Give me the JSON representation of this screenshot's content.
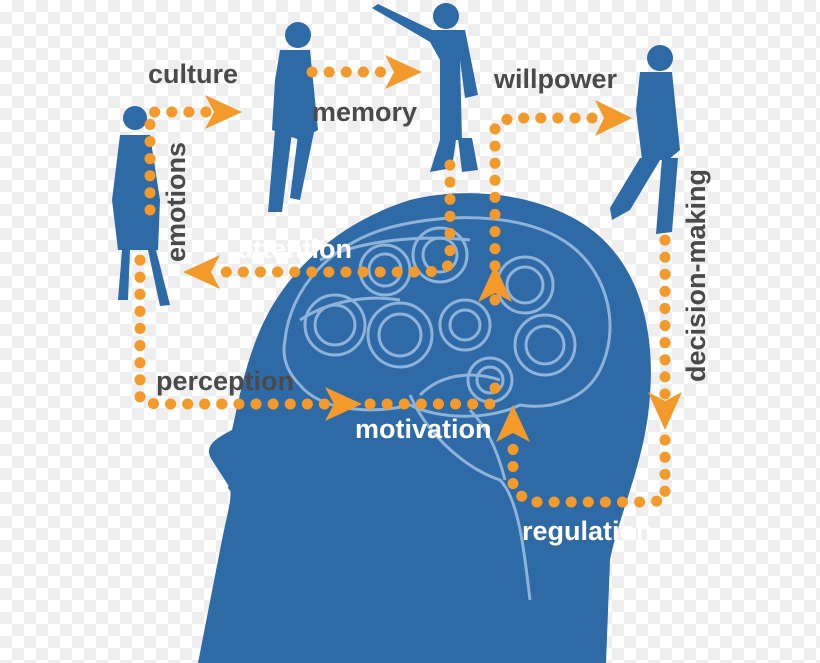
{
  "colors": {
    "head": "#2e6aa6",
    "people": "#2e6aa6",
    "brain_lines": "#8db3d8",
    "arrows": "#f39a2b",
    "label_dark": "#4a4a4a",
    "label_light": "#ffffff"
  },
  "labels": {
    "culture": "culture",
    "memory": "memory",
    "willpower": "willpower",
    "emotions": "emotions",
    "attention": "attention",
    "decision_making": "decision-making",
    "perception": "perception",
    "motivation": "motivation",
    "regulation": "regulation"
  }
}
